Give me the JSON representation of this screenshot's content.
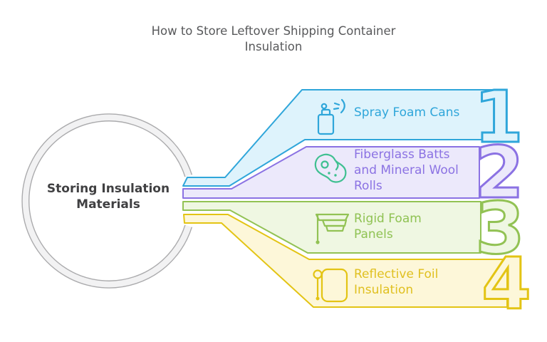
{
  "title": "How to Store Leftover Shipping Container Insulation",
  "hub": {
    "label": "Storing Insulation Materials"
  },
  "steps": [
    {
      "number": "1",
      "label": "Spray Foam Cans",
      "icon": "spray-foam-can-icon",
      "color": "#2fa6da",
      "fill": "#def3fc"
    },
    {
      "number": "2",
      "label": "Fiberglass Batts and Mineral Wool Rolls",
      "icon": "mineral-wool-blob-icon",
      "color": "#8b72e3",
      "fill": "#ece9fb",
      "icon_color": "#3fc091"
    },
    {
      "number": "3",
      "label": "Rigid Foam Panels",
      "icon": "rigid-foam-panels-icon",
      "color": "#92c254",
      "fill": "#eff7e2"
    },
    {
      "number": "4",
      "label": "Reflective Foil Insulation",
      "icon": "foil-roll-icon",
      "color": "#e3c414",
      "fill": "#fdf7d9"
    }
  ],
  "colors": {
    "background": "#ffffff",
    "ring_stroke": "#ababad",
    "ring_fill": "#f2f2f3",
    "title_text": "#58595b",
    "hub_text": "#404042"
  }
}
